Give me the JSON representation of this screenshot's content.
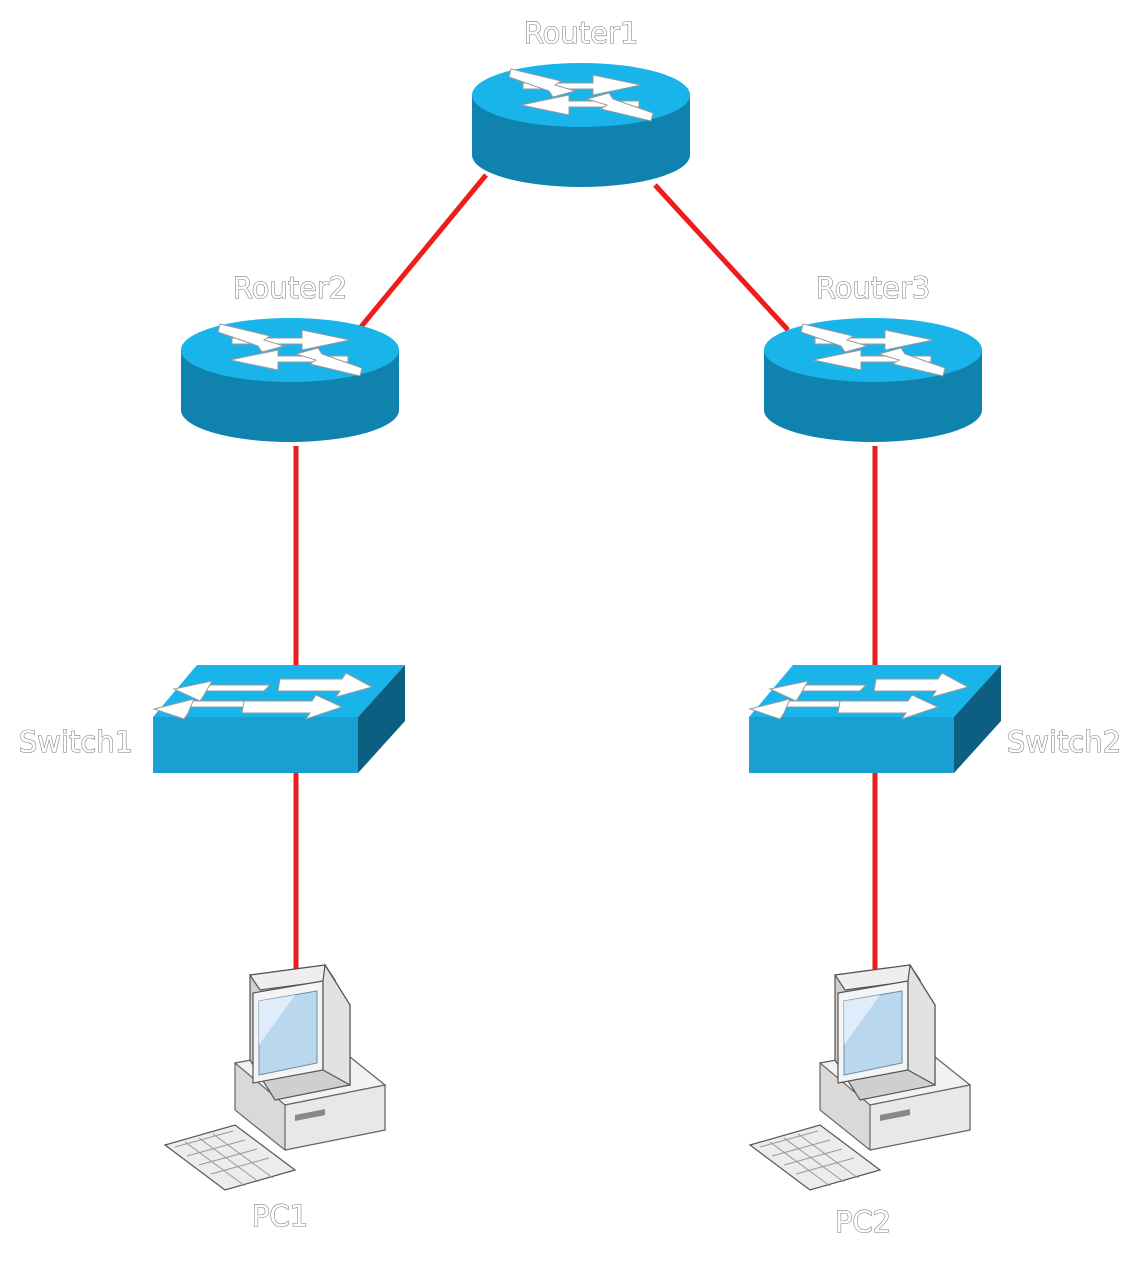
{
  "diagram": {
    "nodes": {
      "router1": {
        "label": "Router1",
        "type": "router"
      },
      "router2": {
        "label": "Router2",
        "type": "router"
      },
      "router3": {
        "label": "Router3",
        "type": "router"
      },
      "switch1": {
        "label": "Switch1",
        "type": "switch"
      },
      "switch2": {
        "label": "Switch2",
        "type": "switch"
      },
      "pc1": {
        "label": "PC1",
        "type": "pc"
      },
      "pc2": {
        "label": "PC2",
        "type": "pc"
      }
    },
    "links": [
      {
        "from": "router1",
        "to": "router2"
      },
      {
        "from": "router1",
        "to": "router3"
      },
      {
        "from": "router2",
        "to": "switch1"
      },
      {
        "from": "router3",
        "to": "switch2"
      },
      {
        "from": "switch1",
        "to": "pc1"
      },
      {
        "from": "switch2",
        "to": "pc2"
      }
    ],
    "colors": {
      "link": "#ee1c1c",
      "device_top": "#19b4ea",
      "device_side": "#0f82ad",
      "device_dark": "#0c5f80",
      "label_text": "#ffffff"
    }
  }
}
